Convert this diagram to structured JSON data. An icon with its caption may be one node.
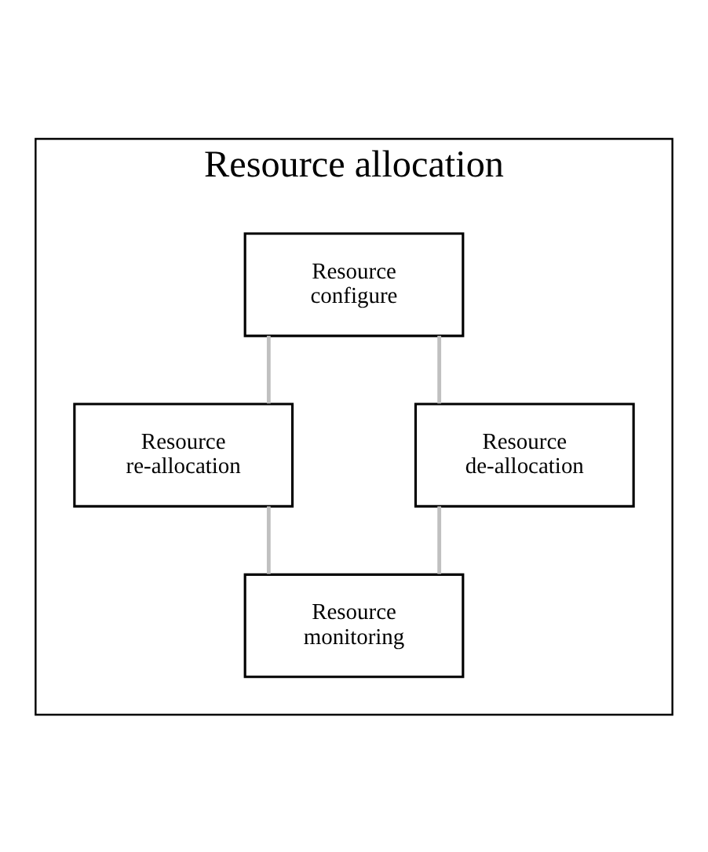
{
  "diagram": {
    "nodes": [
      {
        "text": [
          "Resource allocation"
        ]
      },
      {
        "text": [
          "Resource configure"
        ],
        "in": 0
      },
      {
        "text": [
          "Resource re-allocation"
        ],
        "in": 0
      },
      {
        "text": [
          "Resource de-allocation"
        ],
        "in": 0
      },
      {
        "text": [
          "Resource monitoring"
        ],
        "in": 0
      }
    ],
    "edges": [
      {
        "from": 1,
        "to": 2,
        "arrow": "none"
      },
      {
        "from": 1,
        "to": 3,
        "arrow": "none"
      },
      {
        "from": 2,
        "to": 4,
        "arrow": "none"
      },
      {
        "from": 3,
        "to": 4,
        "arrow": "none"
      }
    ]
  }
}
